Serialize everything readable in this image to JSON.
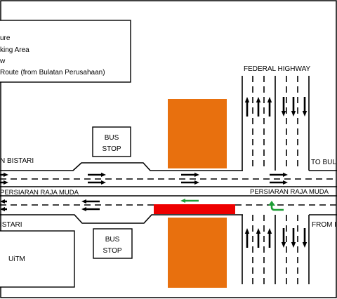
{
  "legend": {
    "items": [
      {
        "label": "ure"
      },
      {
        "label": "king Area"
      },
      {
        "label": "w"
      },
      {
        "label": "Route (from Bulatan Perusahaan)"
      }
    ]
  },
  "labels": {
    "federal_highway": "FEDERAL HIGHWAY",
    "road_left_top": "N BISTARI",
    "road_left_bottom": "ISTARI",
    "to_bul": "TO BUL",
    "from": "FROM I",
    "persiaran_left": "PERSIARAN RAJA MUDA",
    "persiaran_right": "PERSIARAN RAJA MUDA",
    "bus_stop_top_line1": "BUS",
    "bus_stop_top_line2": "STOP",
    "bus_stop_bottom_line1": "BUS",
    "bus_stop_bottom_line2": "STOP",
    "uitm": "UiTM"
  },
  "colors": {
    "structure": "#E8700E",
    "closure": "#EE0000",
    "arrow_flow": "#000000",
    "arrow_route": "#1E9E35",
    "line": "#000000"
  },
  "icons": {
    "flow": "right-arrow-icon",
    "route": "left-arrow-icon"
  }
}
